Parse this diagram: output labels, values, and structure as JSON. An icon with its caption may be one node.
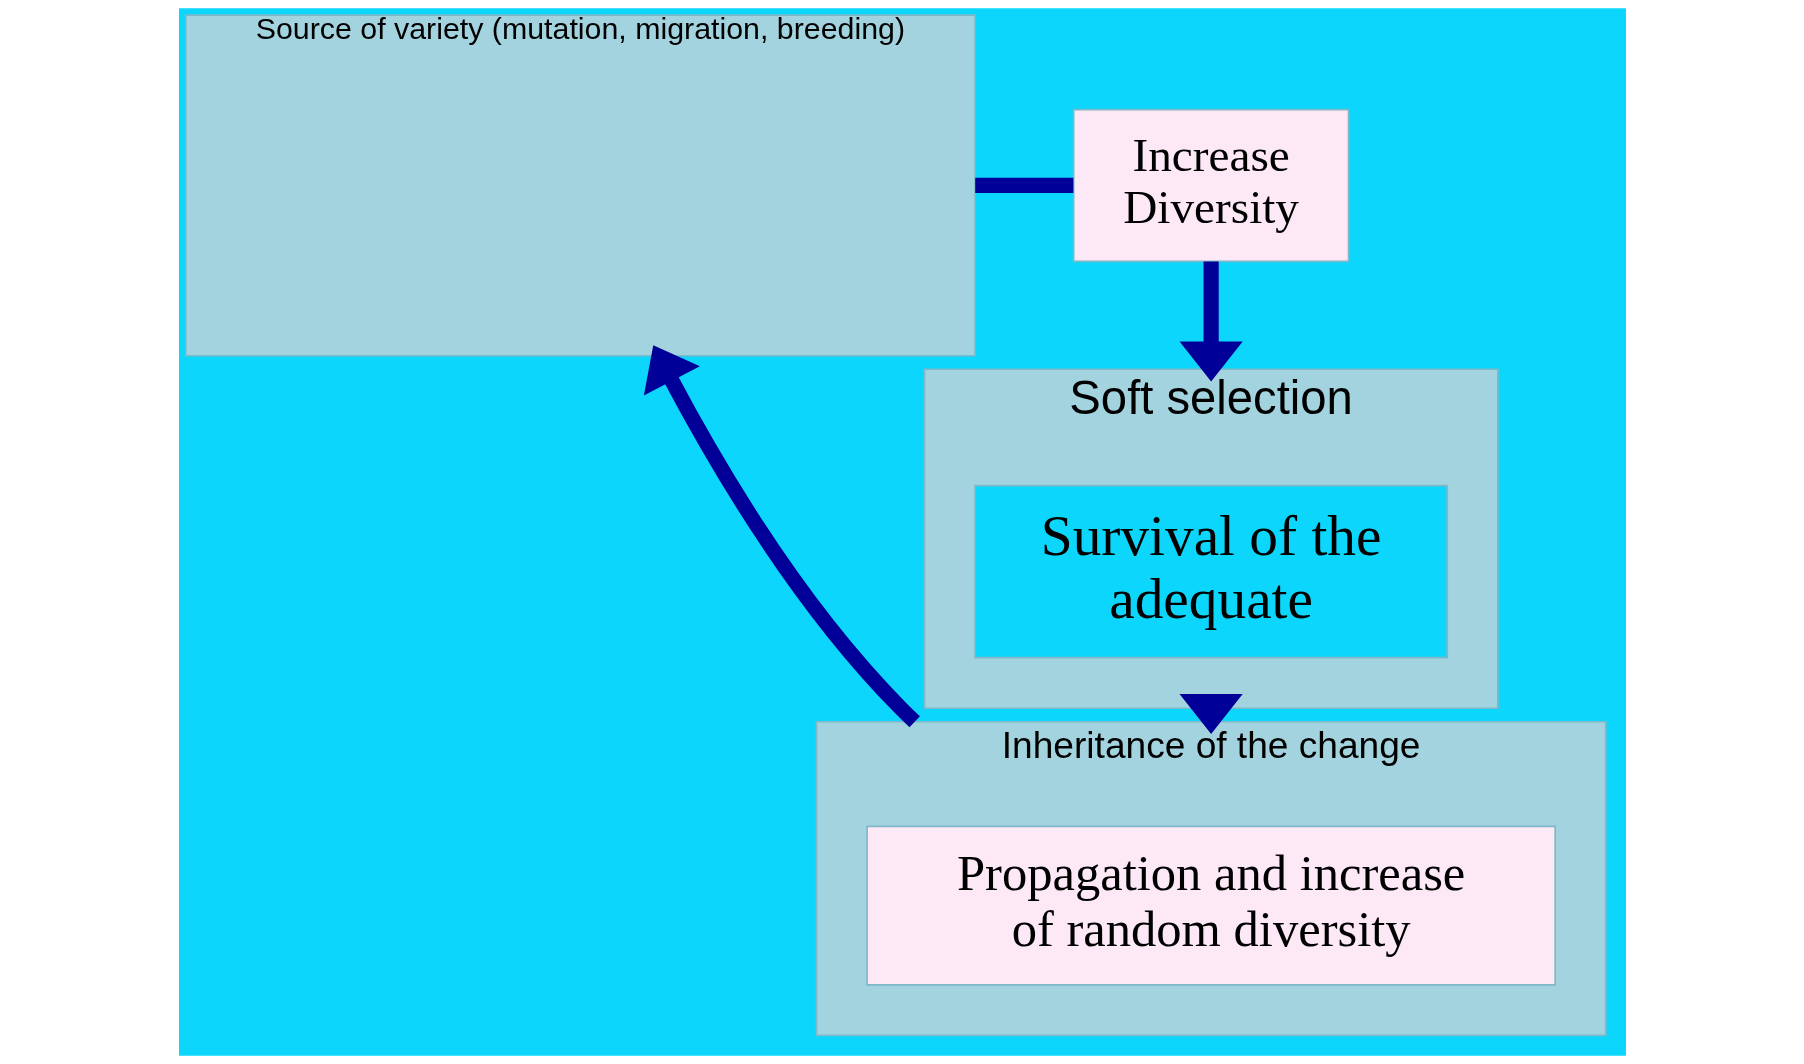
{
  "diagram": {
    "nodes": [
      {
        "text": [
          "Source of variety (mutation, migration, breeding)"
        ]
      },
      {
        "text": [
          "Increase Diversity"
        ]
      },
      {
        "text": [
          "Soft selection"
        ]
      },
      {
        "text": [
          "Survival of the adequate"
        ],
        "in": 2
      },
      {
        "text": [
          "Inheritance of the change"
        ]
      },
      {
        "text": [
          "Propagation and increase of random diversity"
        ],
        "in": 4
      }
    ],
    "edges": [
      {
        "from": 0,
        "to": 1,
        "arrow": "none"
      },
      {
        "from": 1,
        "to": 2,
        "arrow": "to"
      },
      {
        "from": 2,
        "to": 4,
        "arrow": "to"
      },
      {
        "from": 4,
        "to": 0,
        "arrow": "to"
      }
    ]
  }
}
